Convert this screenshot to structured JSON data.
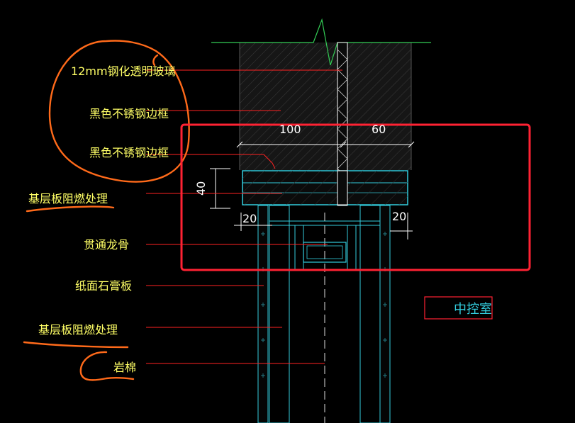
{
  "labels": {
    "glass": "12mm钢化透明玻璃",
    "frame1": "黑色不锈钢边框",
    "frame2": "黑色不锈钢边框",
    "fire1": "基层板阻燃处理",
    "keel": "贯通龙骨",
    "gypsum": "纸面石膏板",
    "fire2": "基层板阻燃处理",
    "wool": "岩棉"
  },
  "dims": {
    "d100": "100",
    "d60": "60",
    "d40": "40",
    "d20_left": "20",
    "d20_right": "20"
  },
  "room": "中控室",
  "colors": {
    "background": "#000000",
    "label_text": "#ffff66",
    "leader": "#ff2222",
    "hatch": "#3a3a3a",
    "structure": "#33ccdd",
    "annotation_orange": "#ff6a1a",
    "highlight_box": "#ff2233",
    "break_line": "#33cc55"
  }
}
